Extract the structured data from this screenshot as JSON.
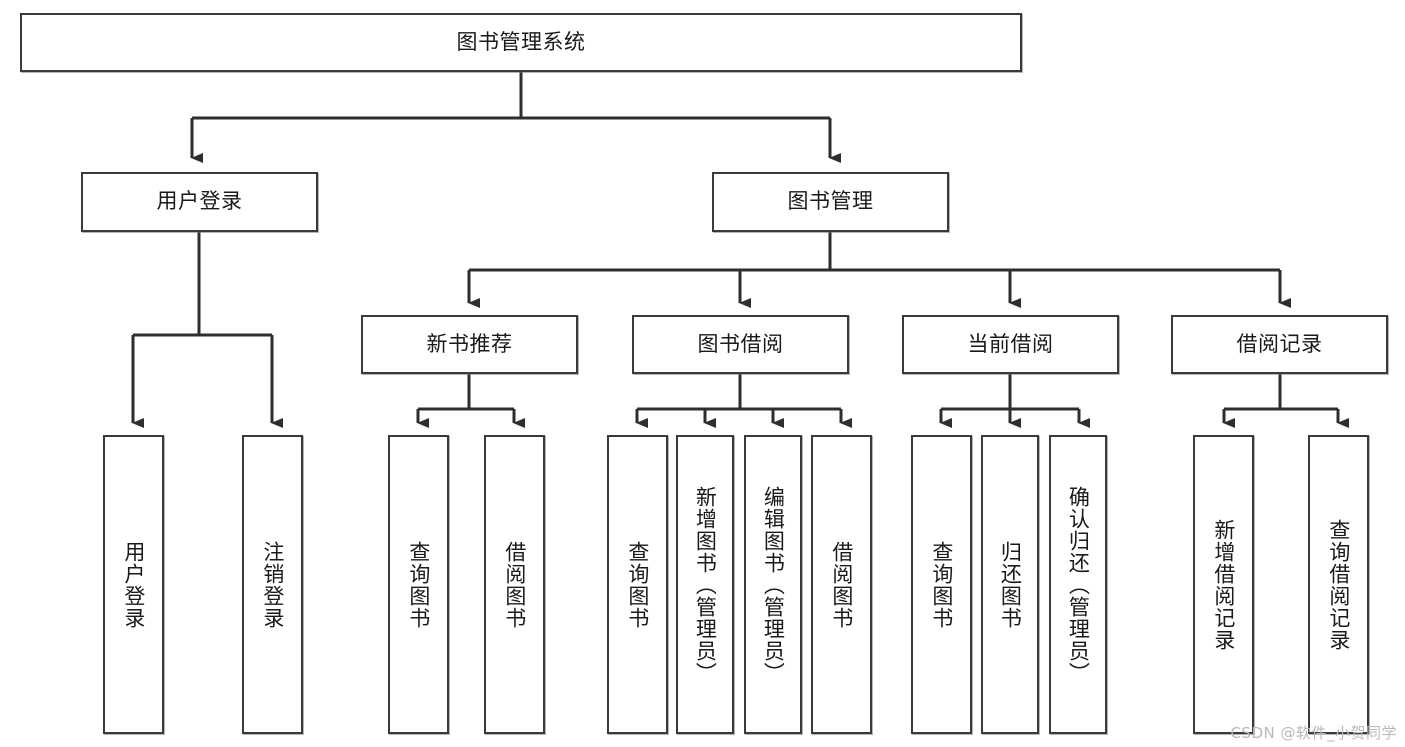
{
  "diagram": {
    "type": "tree",
    "title": "图书管理系统",
    "watermark": "CSDN @软件_小贺同学",
    "stroke_color": "#3a3a3a",
    "fill_color": "#ffffff",
    "text_color": "#1a1a1a",
    "levels": {
      "root": {
        "label": "图书管理系统"
      },
      "level1": [
        {
          "label": "用户登录"
        },
        {
          "label": "图书管理"
        }
      ],
      "level2": [
        {
          "label": "新书推荐"
        },
        {
          "label": "图书借阅"
        },
        {
          "label": "当前借阅"
        },
        {
          "label": "借阅记录"
        }
      ],
      "leaves": {
        "user_login": [
          {
            "label": "用户登录"
          },
          {
            "label": "注销登录"
          }
        ],
        "new_book_recommend": [
          {
            "label": "查询图书"
          },
          {
            "label": "借阅图书"
          }
        ],
        "book_borrow": [
          {
            "label": "查询图书"
          },
          {
            "label": "新增图书（管理员）"
          },
          {
            "label": "编辑图书（管理员）"
          },
          {
            "label": "借阅图书"
          }
        ],
        "current_borrow": [
          {
            "label": "查询图书"
          },
          {
            "label": "归还图书"
          },
          {
            "label": "确认归还（管理员）"
          }
        ],
        "borrow_record": [
          {
            "label": "新增借阅记录"
          },
          {
            "label": "查询借阅记录"
          }
        ]
      }
    }
  }
}
